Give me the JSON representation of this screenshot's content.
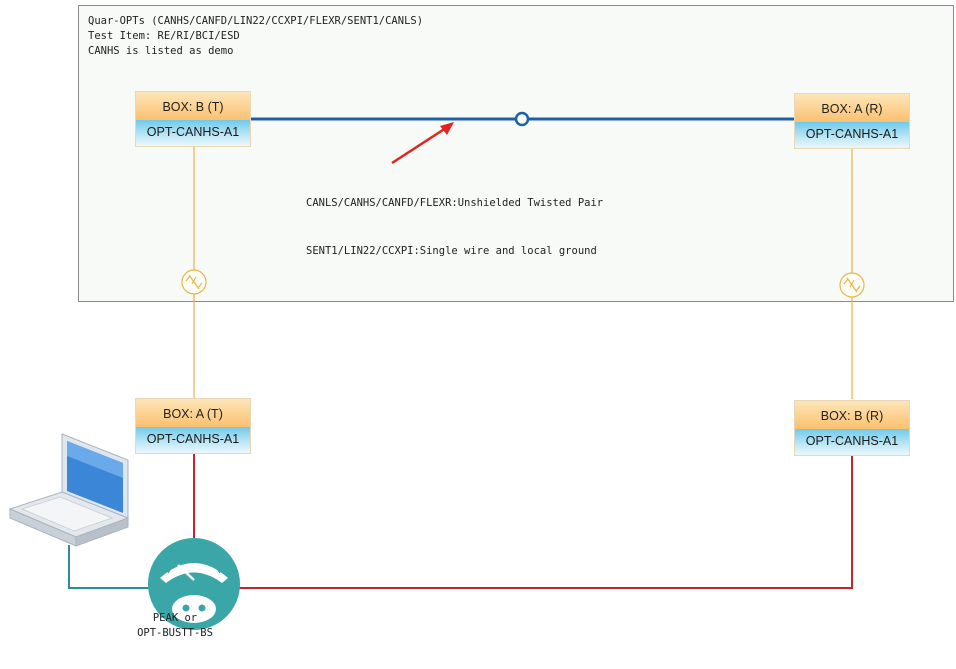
{
  "notes": {
    "line1": "Quar-OPTs (CANHS/CANFD/LIN22/CCXPI/FLEXR/SENT1/CANLS)",
    "line2": "Test Item: RE/RI/BCI/ESD",
    "line3": "CANHS is listed as demo"
  },
  "boxes": {
    "box_bt": {
      "title": "BOX: B (T)",
      "model": "OPT-CANHS-A1"
    },
    "box_ar": {
      "title": "BOX: A (R)",
      "model": "OPT-CANHS-A1"
    },
    "box_at": {
      "title": "BOX: A (T)",
      "model": "OPT-CANHS-A1"
    },
    "box_br": {
      "title": "BOX: B (R)",
      "model": "OPT-CANHS-A1"
    }
  },
  "cable_caption": {
    "line1": "CANLS/CANHS/CANFD/FLEXR:Unshielded Twisted Pair",
    "line2": "SENT1/LIN22/CCXPI:Single wire and local ground"
  },
  "tool": {
    "line1": "PEAK or",
    "line2": "OPT-BUSTT-BS"
  },
  "colors": {
    "bus_line": "#1f5fa8",
    "fiber_line": "#e8b54a",
    "red_line": "#c0262c",
    "teal_line": "#2b8f9a",
    "arrow": "#e0241e",
    "tool_teal": "#3aa6a8"
  }
}
